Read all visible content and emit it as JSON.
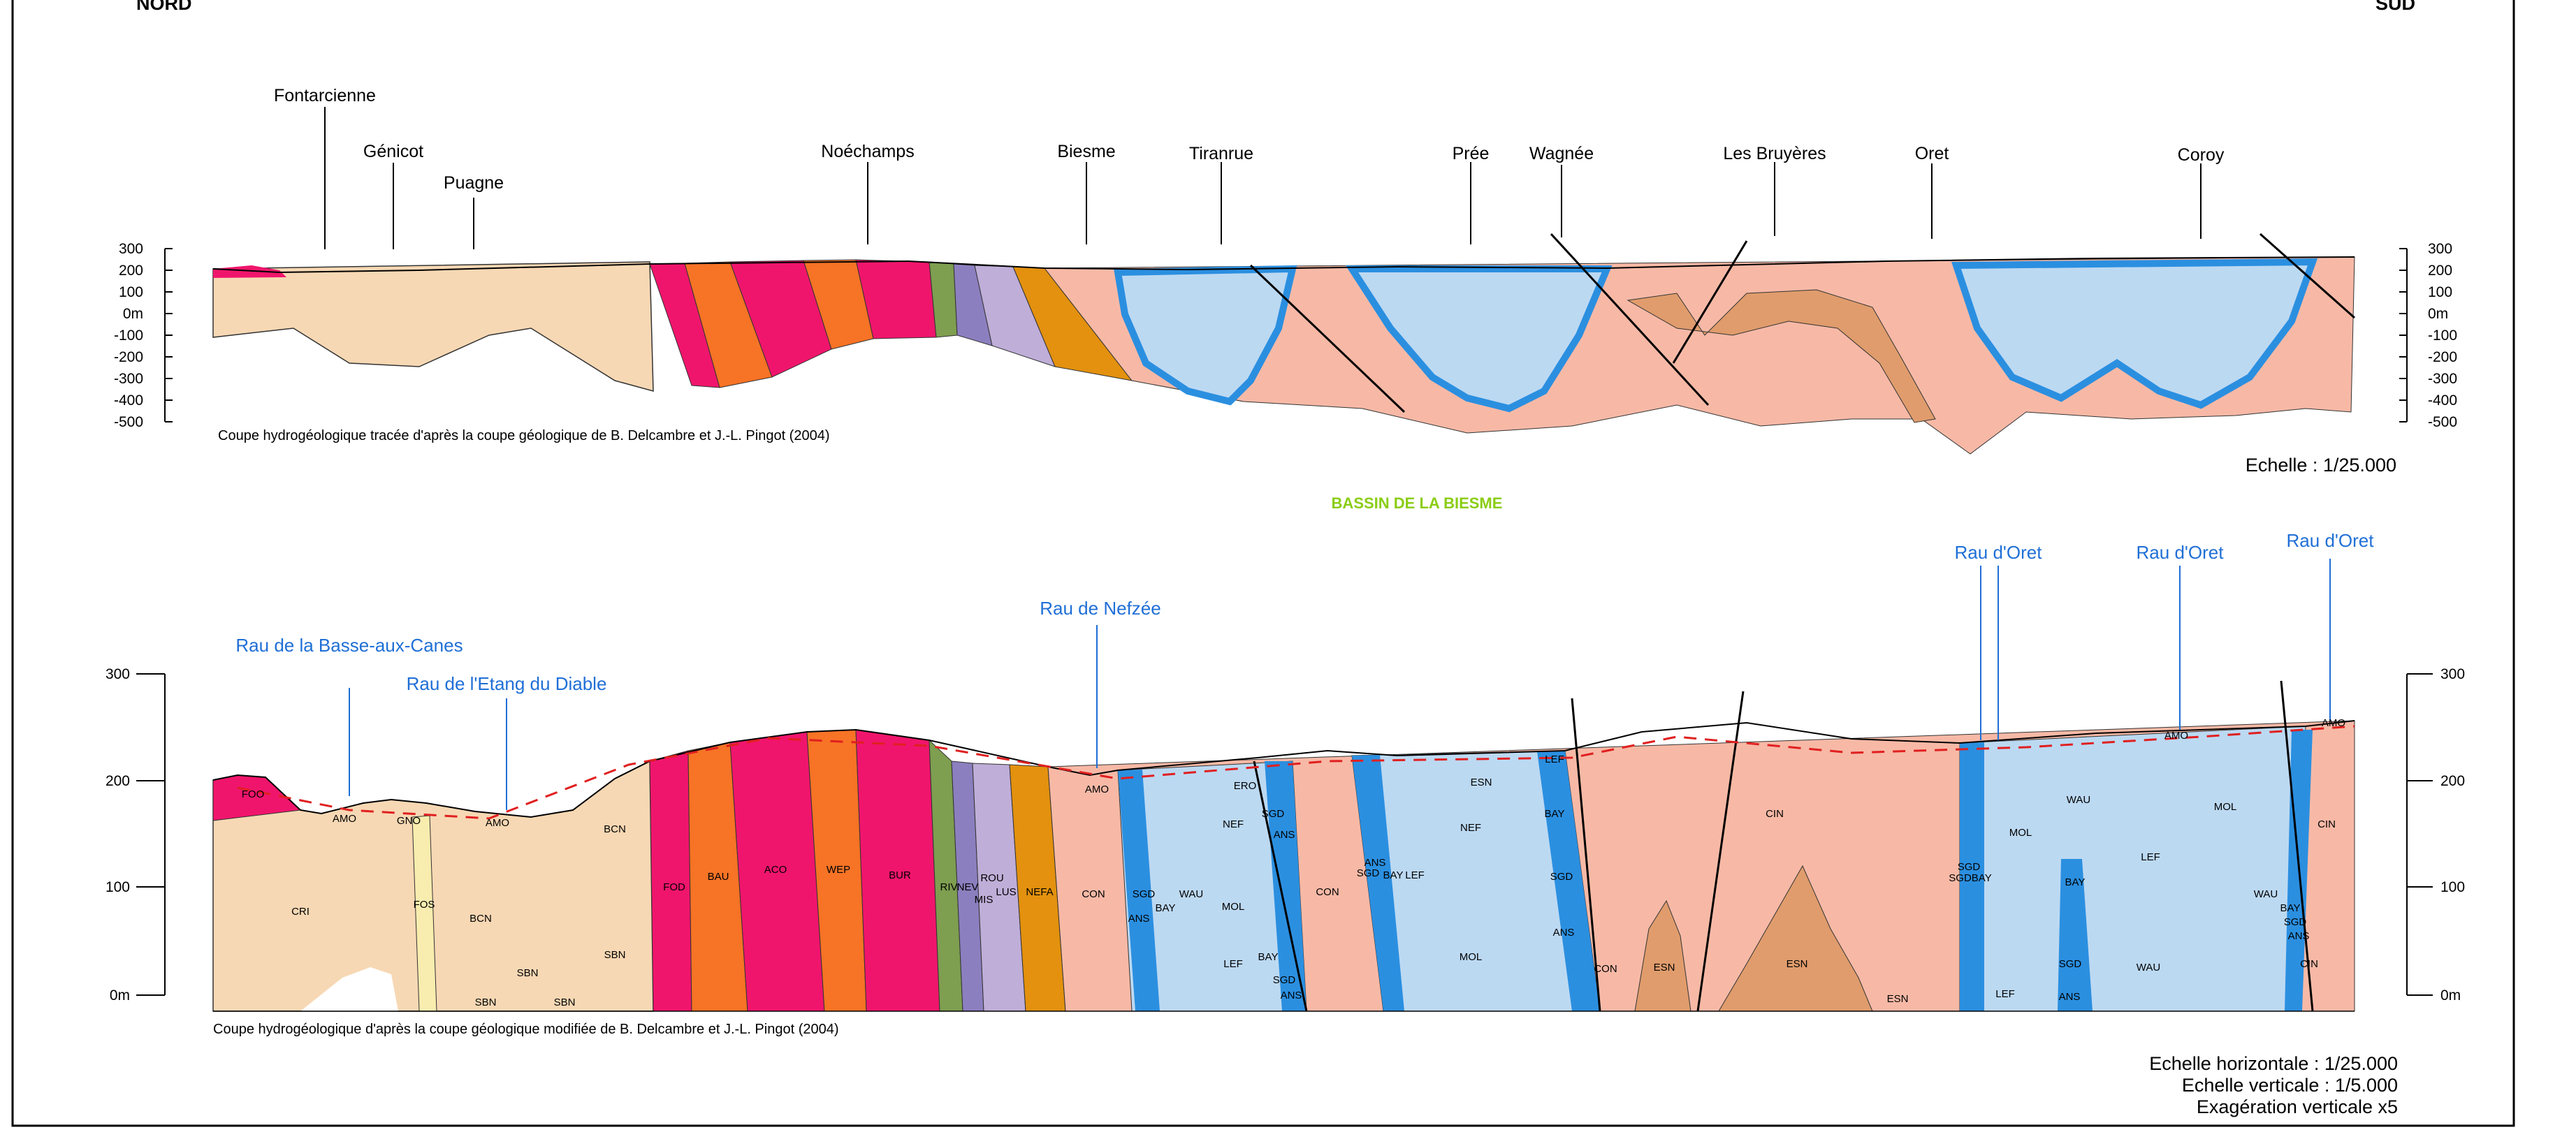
{
  "header": {
    "north": "NORD",
    "south": "SUD"
  },
  "section1": {
    "localities": [
      "Fontarcienne",
      "Génicot",
      "Puagne",
      "Noéchamps",
      "Biesme",
      "Tiranrue",
      "Prée",
      "Wagnée",
      "Les Bruyères",
      "Oret",
      "Coroy"
    ],
    "elevation_ticks": [
      "300",
      "200",
      "100",
      "0m",
      "-100",
      "-200",
      "-300",
      "-400",
      "-500"
    ],
    "caption": "Coupe hydrogéologique tracée d'après la coupe géologique de B. Delcambre et J.-L. Pingot (2004)",
    "scale": "Echelle : 1/25.000"
  },
  "basin_title": "BASSIN DE LA BIESME",
  "section2": {
    "streams": [
      "Rau de la Basse-aux-Canes",
      "Rau de l'Etang du Diable",
      "Rau de Nefzée",
      "Rau d'Oret",
      "Rau d'Oret",
      "Rau d'Oret"
    ],
    "elevation_ticks": [
      "300",
      "200",
      "100",
      "0m"
    ],
    "formation_labels": {
      "foo": "FOO",
      "cri": "CRI",
      "gno": "GNO",
      "amo1": "AMO",
      "fos": "FOS",
      "bcn1": "BCN",
      "bcn2": "BCN",
      "sbn1": "SBN",
      "sbn2": "SBN",
      "sbn3": "SBN",
      "sbn4": "SBN",
      "amo2": "AMO",
      "fod": "FOD",
      "bau": "BAU",
      "aco": "ACO",
      "wep": "WEP",
      "bur": "BUR",
      "riv": "RIV",
      "nev": "NEV",
      "mis": "MIS",
      "rou": "ROU",
      "lus": "LUS",
      "nefa": "NEFA",
      "amo3": "AMO",
      "con1": "CON",
      "sgd1": "SGD",
      "ans1": "ANS",
      "bay1": "BAY",
      "wau1": "WAU",
      "mol1": "MOL",
      "lef1": "LEF",
      "ero": "ERO",
      "nef": "NEF",
      "sgd2": "SGD",
      "ans2": "ANS",
      "bay2": "BAY",
      "sgd3": "SGD",
      "ans3": "ANS",
      "con2": "CON",
      "ans4": "ANS",
      "sgd4": "SGD",
      "bay3": "BAY",
      "lef2": "LEF",
      "esn1": "ESN",
      "nef2": "NEF",
      "mol2": "MOL",
      "lef3": "LEF",
      "bay4": "BAY",
      "sgd5": "SGD",
      "ans5": "ANS",
      "con3": "CON",
      "esn2": "ESN",
      "cin1": "CIN",
      "esn3": "ESN",
      "esn4": "ESN",
      "sgd6": "SGD",
      "sgdbay": "SGDBAY",
      "mol3": "MOL",
      "wau2": "WAU",
      "bay5": "BAY",
      "sgd7": "SGD",
      "ans6": "ANS",
      "lef4": "LEF",
      "lef5": "LEF",
      "wau3": "WAU",
      "mol4": "MOL",
      "amo4": "AMO",
      "wau4": "WAU",
      "bay6": "BAY",
      "sgd8": "SGD",
      "ans7": "ANS",
      "cin2": "CIN",
      "cin3": "CIN",
      "amo5": "AMO"
    },
    "caption": "Coupe hydrogéologique d'après la coupe géologique modifiée de B. Delcambre et J.-L. Pingot (2004)",
    "scale_h": "Echelle horizontale : 1/25.000",
    "scale_v": "Echelle verticale : 1/5.000",
    "exaggeration": "Exagération verticale x5"
  },
  "colors": {
    "cream": "#f7d8b4",
    "salmon": "#f7b9a6",
    "magenta": "#f0156c",
    "orange": "#f77325",
    "olive": "#7e9e50",
    "violet": "#8c7fbf",
    "lavender": "#bfaed8",
    "amber": "#e3910e",
    "light_blue": "#bcd9f2",
    "mid_blue": "#2b8fe0",
    "tan": "#e09c6c",
    "pale_yellow": "#f8ecae",
    "stream_blue": "#1f6fd6",
    "basin_green": "#8acd14",
    "water_table": "#e02020"
  }
}
